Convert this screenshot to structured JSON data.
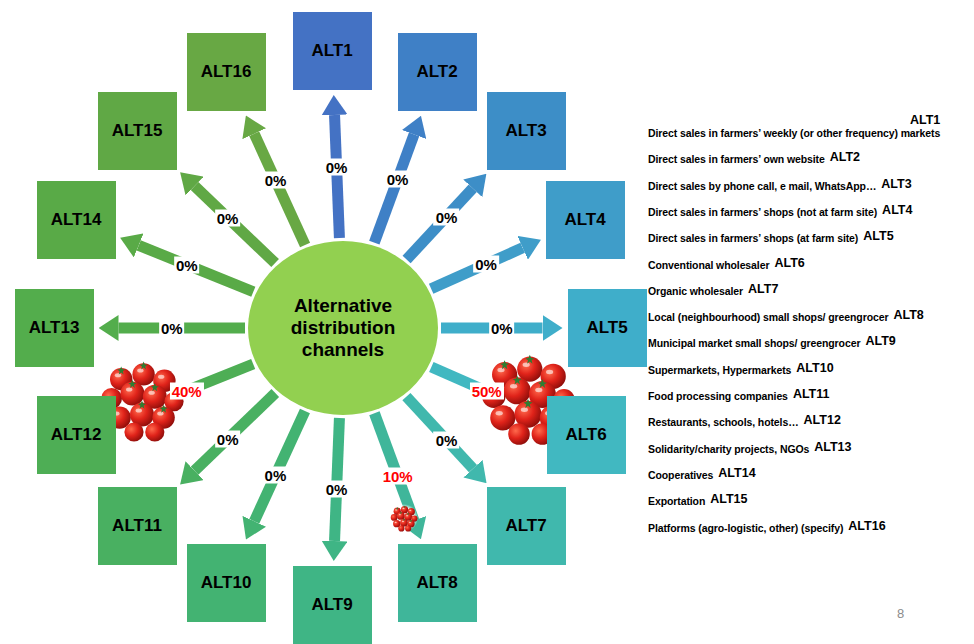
{
  "diagram": {
    "nodes": [
      {
        "text": [
          "Alternative distribution channels"
        ]
      },
      {
        "text": [
          "ALT1"
        ]
      },
      {
        "text": [
          "ALT2"
        ]
      },
      {
        "text": [
          "ALT3"
        ]
      },
      {
        "text": [
          "ALT4"
        ]
      },
      {
        "text": [
          "ALT5"
        ]
      },
      {
        "text": [
          "ALT6"
        ]
      },
      {
        "text": [
          "ALT7"
        ]
      },
      {
        "text": [
          "ALT8"
        ]
      },
      {
        "text": [
          "ALT9"
        ]
      },
      {
        "text": [
          "ALT10"
        ]
      },
      {
        "text": [
          "ALT11"
        ]
      },
      {
        "text": [
          "ALT12"
        ]
      },
      {
        "text": [
          "ALT13"
        ]
      },
      {
        "text": [
          "ALT14"
        ]
      },
      {
        "text": [
          "ALT15"
        ]
      },
      {
        "text": [
          "ALT16"
        ]
      }
    ],
    "edges": [
      {
        "from": 0,
        "to": 1,
        "arrow": "to",
        "label": "0%"
      },
      {
        "from": 0,
        "to": 2,
        "arrow": "to",
        "label": "0%"
      },
      {
        "from": 0,
        "to": 3,
        "arrow": "to",
        "label": "0%"
      },
      {
        "from": 0,
        "to": 4,
        "arrow": "to",
        "label": "0%"
      },
      {
        "from": 0,
        "to": 5,
        "arrow": "to",
        "label": "0%"
      },
      {
        "from": 0,
        "to": 6,
        "arrow": "to",
        "label": "50%"
      },
      {
        "from": 0,
        "to": 7,
        "arrow": "to",
        "label": "0%"
      },
      {
        "from": 0,
        "to": 8,
        "arrow": "to",
        "label": "10%"
      },
      {
        "from": 0,
        "to": 9,
        "arrow": "to",
        "label": "0%"
      },
      {
        "from": 0,
        "to": 10,
        "arrow": "to",
        "label": "0%"
      },
      {
        "from": 0,
        "to": 11,
        "arrow": "to",
        "label": "0%"
      },
      {
        "from": 0,
        "to": 12,
        "arrow": "to",
        "label": "40%"
      },
      {
        "from": 0,
        "to": 13,
        "arrow": "to",
        "label": "0%"
      },
      {
        "from": 0,
        "to": 14,
        "arrow": "to",
        "label": "0%"
      },
      {
        "from": 0,
        "to": 15,
        "arrow": "to",
        "label": "0%"
      },
      {
        "from": 0,
        "to": 16,
        "arrow": "to",
        "label": "0%"
      }
    ],
    "labels": [
      "ALT1",
      "Direct sales in farmers’ weekly (or other frequency) markets",
      "Direct sales in farmers’ own website",
      "ALT2",
      "Direct sales by phone call, e mail, WhatsApp…",
      "ALT3",
      "Direct sales in farmers’ shops (not at farm site)",
      "ALT4",
      "Direct sales in farmers’ shops (at farm site)",
      "ALT5",
      "Conventional wholesaler",
      "ALT6",
      "Organic wholesaler",
      "ALT7",
      "Local (neighbourhood) small shops/ greengrocer",
      "ALT8",
      "Municipal market small shops/ greengrocer",
      "ALT9",
      "Supermarkets, Hypermarkets",
      "ALT10",
      "Food processing companies",
      "ALT11",
      "Restaurants, schools, hotels…",
      "ALT12",
      "Solidarity/charity projects, NGOs",
      "ALT13",
      "Cooperatives",
      "ALT14",
      "Exportation",
      "ALT15",
      "Platforms (agro-logistic, other) (specify)",
      "ALT16",
      "8"
    ]
  }
}
